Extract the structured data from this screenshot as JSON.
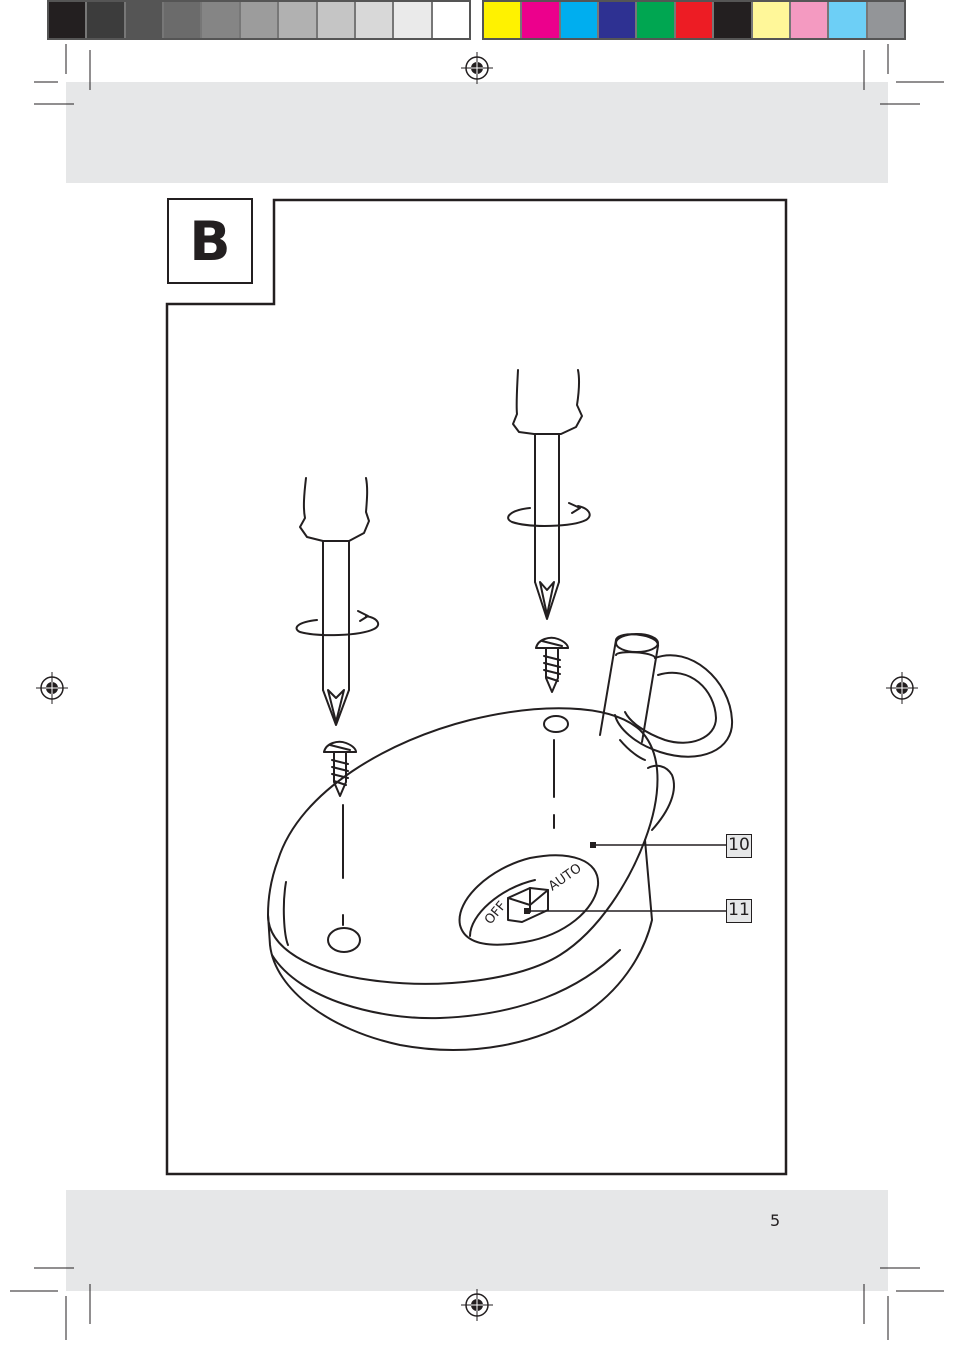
{
  "print_marks": {
    "grayscale_swatches": [
      "#231f20",
      "#3c3c3c",
      "#555555",
      "#6b6b6b",
      "#858585",
      "#9c9c9c",
      "#b1b1b1",
      "#c5c5c5",
      "#d8d8d8",
      "#eaeaea",
      "#ffffff"
    ],
    "color_swatches": [
      "#fff200",
      "#ec008c",
      "#00aeef",
      "#2e3192",
      "#00a651",
      "#ed1c24",
      "#231f20",
      "#fff799",
      "#f49ac1",
      "#6dcff6",
      "#939598"
    ]
  },
  "figure": {
    "section_label": "B",
    "switch_labels": {
      "off": "OFF",
      "auto": "AUTO"
    },
    "callouts": {
      "housing": "10",
      "switch": "11"
    }
  },
  "footer": {
    "page_number": "5"
  }
}
